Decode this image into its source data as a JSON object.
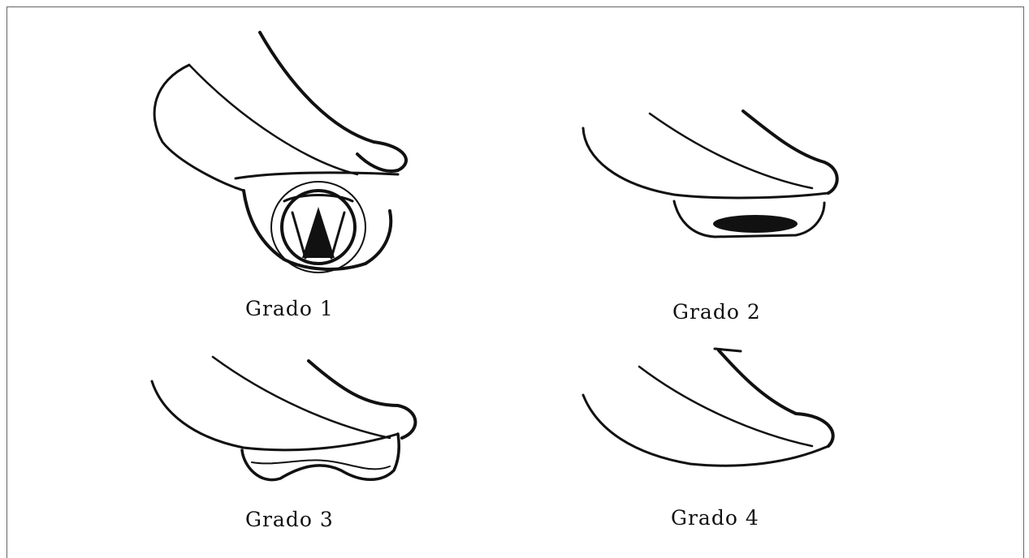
{
  "panels": [
    {
      "label": "Grado 1"
    },
    {
      "label": "Grado 2"
    },
    {
      "label": "Grado 3"
    },
    {
      "label": "Grado 4"
    }
  ]
}
